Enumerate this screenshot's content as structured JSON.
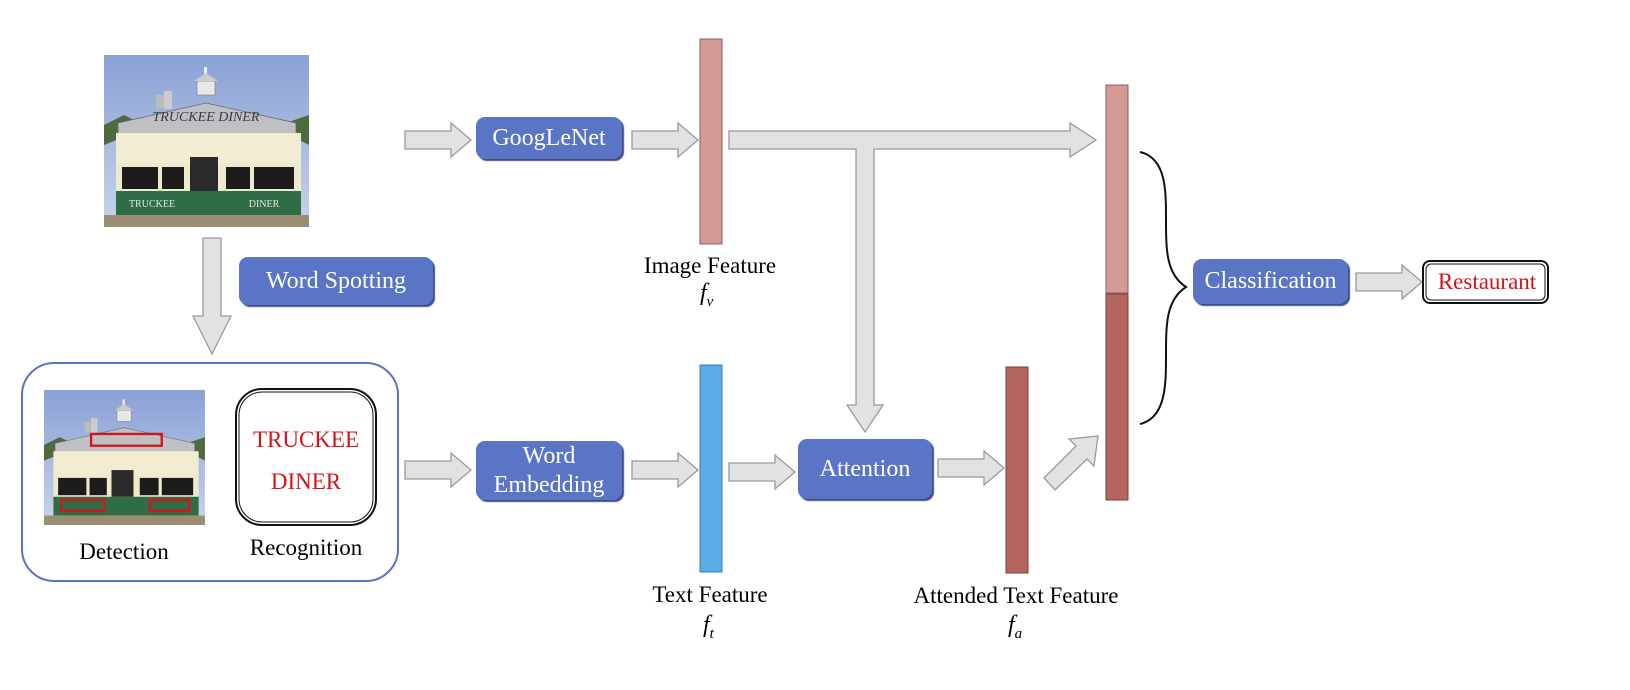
{
  "nodes": {
    "googlenet": "GoogLeNet",
    "word_spotting": "Word Spotting",
    "word_embedding": "Word Embedding",
    "attention": "Attention",
    "classification": "Classification"
  },
  "output_label": "Restaurant",
  "recognized_words": [
    "TRUCKEE",
    "DINER"
  ],
  "panel_labels": {
    "detection": "Detection",
    "recognition": "Recognition"
  },
  "features": {
    "image": {
      "label": "Image Feature",
      "symbol": "f",
      "subscript": "v",
      "color": "#d49a96"
    },
    "text": {
      "label": "Text Feature",
      "symbol": "f",
      "subscript": "t",
      "color": "#5aabe6"
    },
    "attended": {
      "label": "Attended Text Feature",
      "symbol": "f",
      "subscript": "a",
      "color": "#b5645e"
    }
  },
  "photo_texts": {
    "sign": "TRUCKEE DINER",
    "left_panel": "TRUCKEE",
    "right_panel": "DINER"
  },
  "colors": {
    "box": "#5a74c6",
    "arrow": "#e2e2e2",
    "arrow_stroke": "#9a9a9a",
    "highlight": "#d4141c",
    "panel_border": "#5a74c6"
  }
}
